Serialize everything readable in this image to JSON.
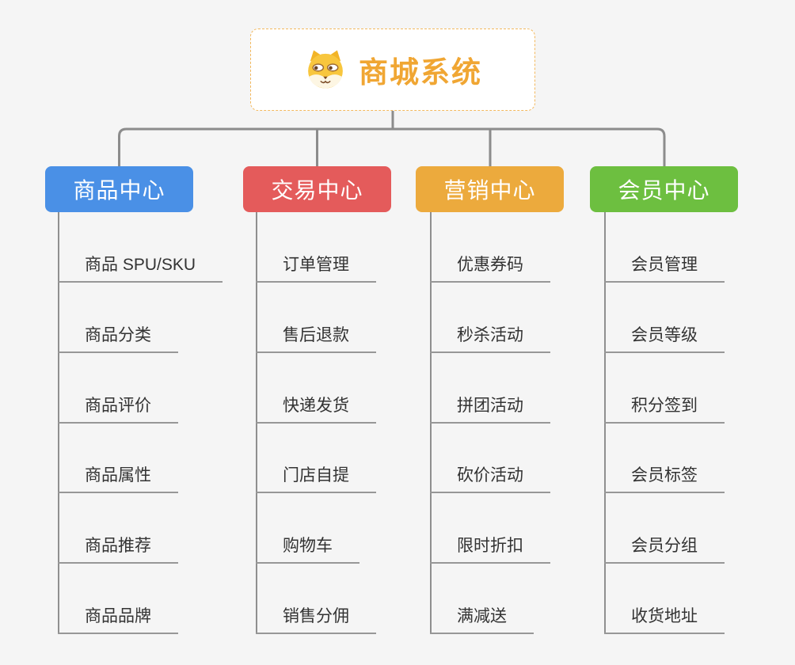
{
  "root": {
    "title": "商城系统",
    "icon": "dog-face-icon",
    "title_color": "#f0a633",
    "border_color": "#f3b95f"
  },
  "connector_color": "#8c8c8c",
  "branches": [
    {
      "label": "商品中心",
      "color": "#4a90e6",
      "items": [
        "商品 SPU/SKU",
        "商品分类",
        "商品评价",
        "商品属性",
        "商品推荐",
        "商品品牌"
      ]
    },
    {
      "label": "交易中心",
      "color": "#e45b5b",
      "items": [
        "订单管理",
        "售后退款",
        "快递发货",
        "门店自提",
        "购物车",
        "销售分佣"
      ]
    },
    {
      "label": "营销中心",
      "color": "#ecaa3d",
      "items": [
        "优惠券码",
        "秒杀活动",
        "拼团活动",
        "砍价活动",
        "限时折扣",
        "满减送"
      ]
    },
    {
      "label": "会员中心",
      "color": "#6dbf40",
      "items": [
        "会员管理",
        "会员等级",
        "积分签到",
        "会员标签",
        "会员分组",
        "收货地址"
      ]
    }
  ]
}
